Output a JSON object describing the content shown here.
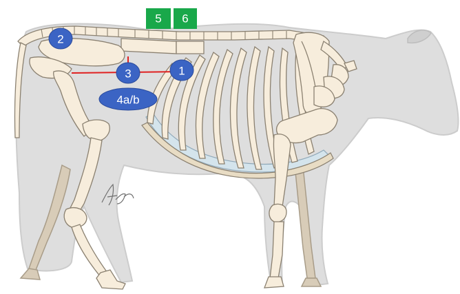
{
  "image": {
    "subject": "cow-skeleton-illustration"
  },
  "colors": {
    "silhouette_fill": "#d9d9d9",
    "silhouette_stroke": "#c4c4c4",
    "bone_fill": "#f7eddc",
    "bone_stroke": "#8a8070",
    "hidden_bone_fill": "#d8ccb8",
    "cartilage_fill": "#d4e4ec",
    "marker_fill": "#3b64c4",
    "box_fill": "#19a84a",
    "line_color": "#e02020"
  },
  "markers": [
    {
      "id": "1",
      "label": "1"
    },
    {
      "id": "2",
      "label": "2"
    },
    {
      "id": "3",
      "label": "3"
    },
    {
      "id": "4",
      "label": "4a/b"
    }
  ],
  "boxes": [
    {
      "id": "5",
      "label": "5"
    },
    {
      "id": "6",
      "label": "6"
    }
  ]
}
